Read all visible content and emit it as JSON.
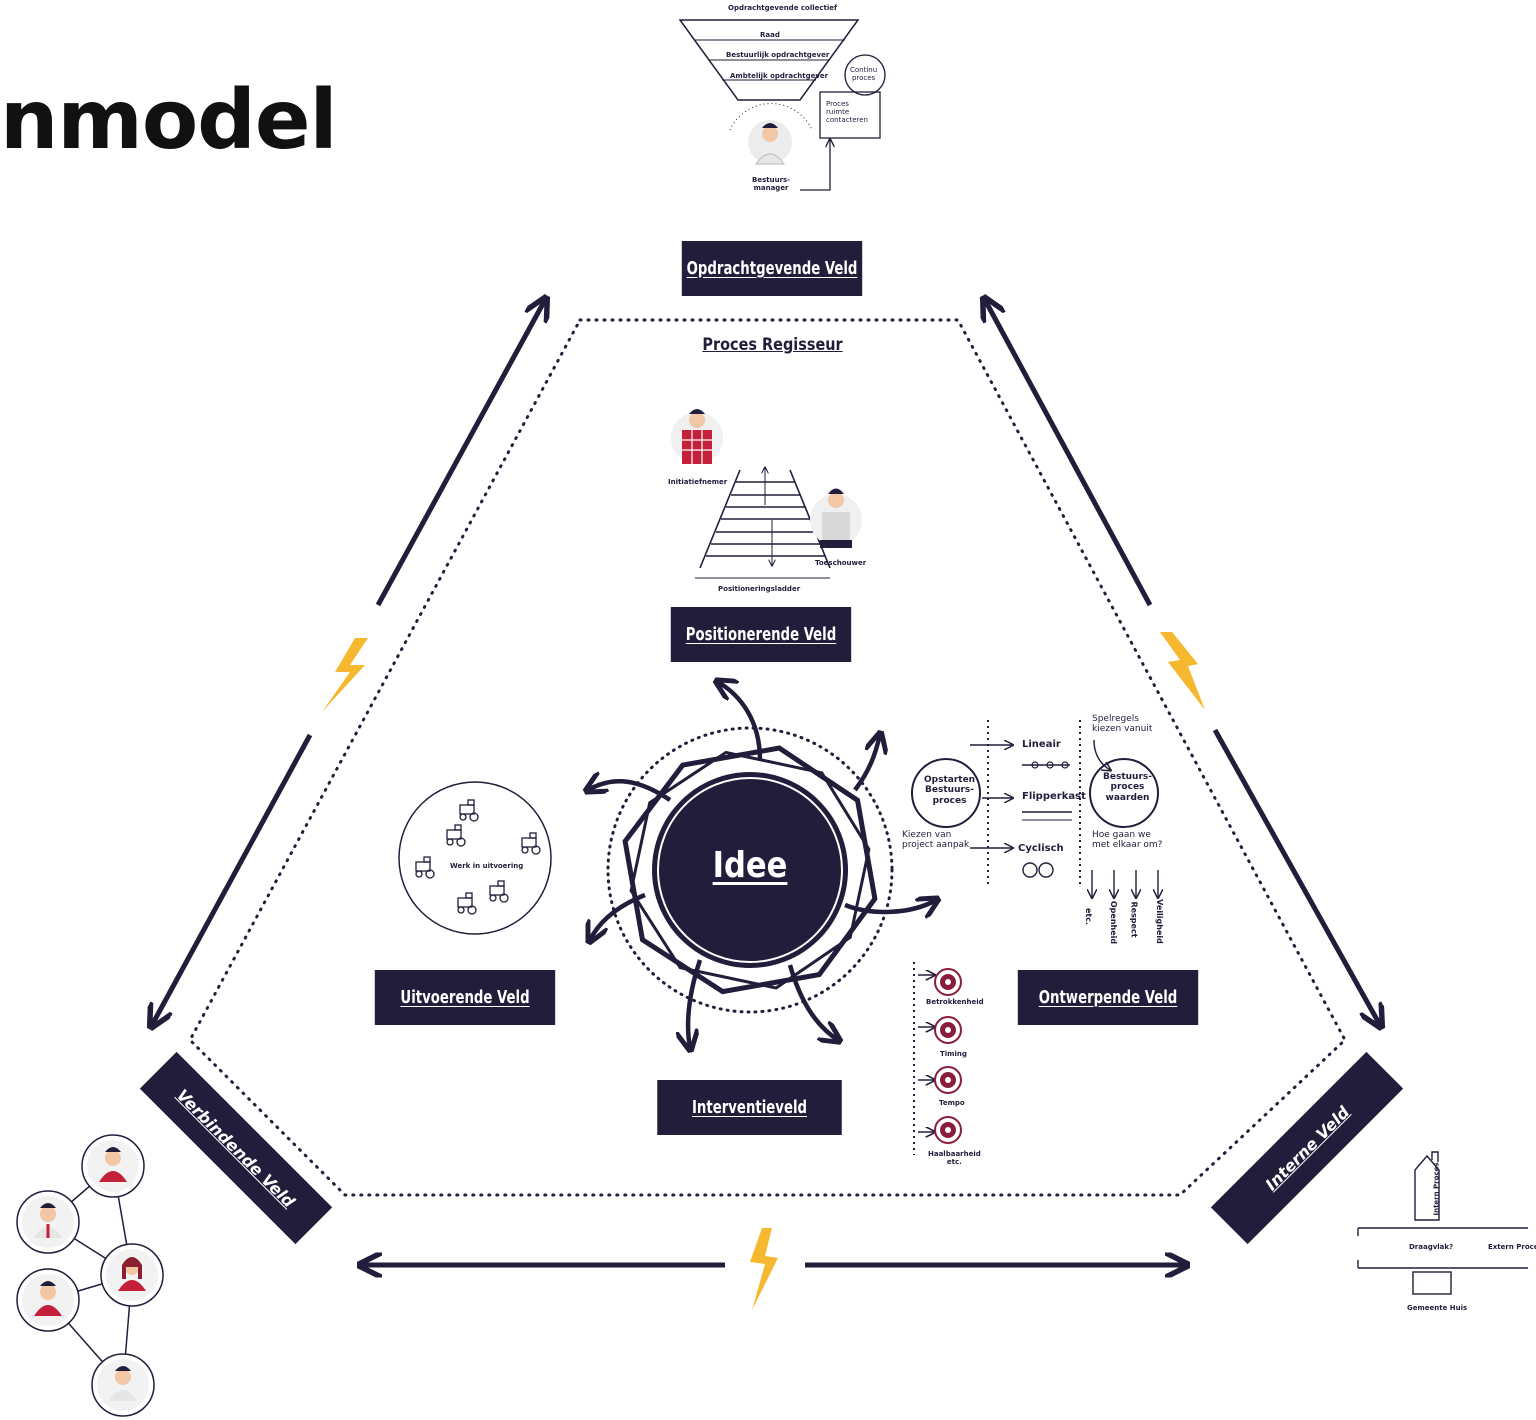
{
  "title": "nmodel",
  "top": {
    "funnel": [
      "Opdrachtgevende collectief",
      "Raad",
      "Bestuurlijk opdrachtgever",
      "Ambtelijk opdrachtgever"
    ],
    "manager": "Bestuurs-\nmanager",
    "loop_top": "Continu\nproces",
    "loop_box": "Proces\nruimte\ncontacteren"
  },
  "fields": {
    "opdracht": "Opdrachtgevende Veld",
    "regisseur": "Proces Regisseur",
    "positionerend": "Positionerende Veld",
    "uitvoerend": "Uitvoerende Veld",
    "ontwerpend": "Ontwerpende Veld",
    "interventie": "Interventieveld",
    "verbindend": "Verbindende Veld",
    "intern": "Interne Veld"
  },
  "center": "Idee",
  "ladder": {
    "left_person": "Initiatiefnemer",
    "right_person": "Toeschouwer",
    "caption": "Positioneringsladder"
  },
  "uitvoering_label": "Werk in uitvoering",
  "ontwerp": {
    "start": "Opstarten\nBestuurs-\nproces",
    "choose": "Kiezen van\nproject aanpak",
    "options": [
      "Lineair",
      "Flipperkast",
      "Cyclisch"
    ],
    "rules": "Spelregels\nkiezen vanuit",
    "values": "Bestuurs-\nproces\nwaarden",
    "how": "Hoe gaan we\nmet elkaar om?",
    "values_list": [
      "etc.",
      "Openheid",
      "Respect",
      "Veiligheid"
    ]
  },
  "interventie_items": [
    "Betrokkenheid",
    "Timing",
    "Tempo",
    "Haalbaarheid\netc."
  ],
  "intern_diagram": {
    "internal": "Intern Proces",
    "question": "Draagvlak?",
    "external": "Extern Proces",
    "house": "Gemeente Huis"
  },
  "colors": {
    "navy": "#221d3a",
    "bolt": "#f5b82e",
    "red": "#c4203a",
    "skin": "#f2c7a5"
  }
}
